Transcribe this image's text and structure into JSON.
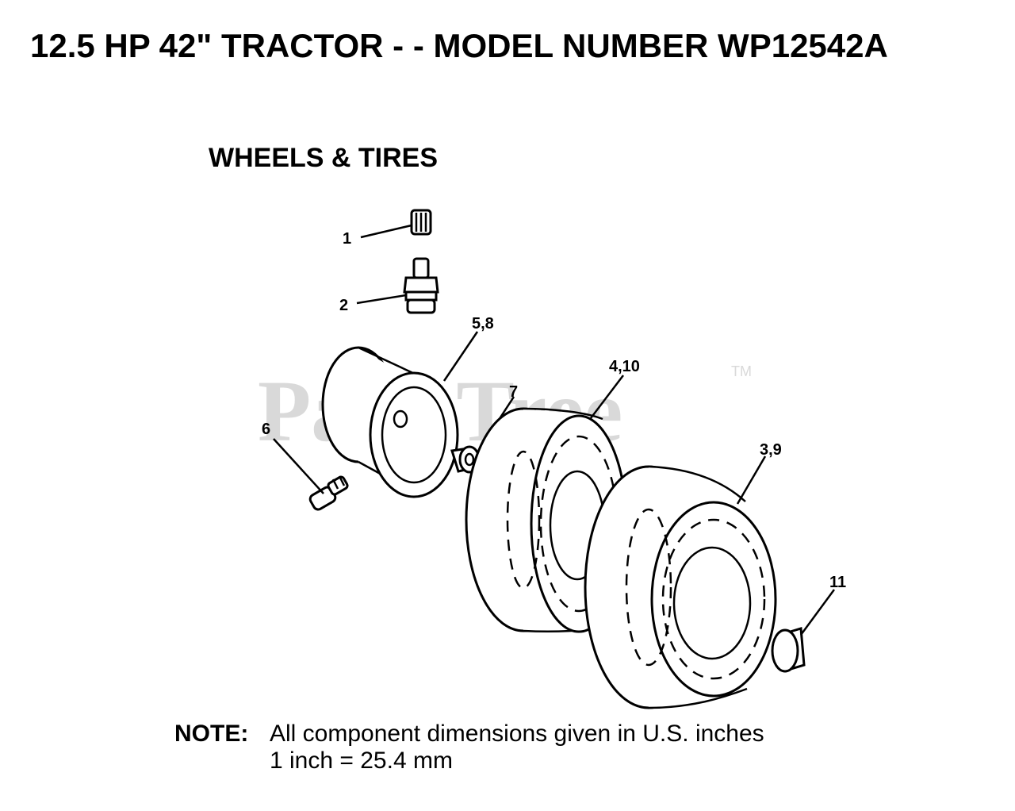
{
  "header": {
    "title": "12.5 HP 42\" TRACTOR - - MODEL NUMBER WP12542A"
  },
  "section": {
    "title": "WHEELS & TIRES"
  },
  "watermark": {
    "text": "PartsTree",
    "tm": "TM"
  },
  "callouts": {
    "c1": "1",
    "c2": "2",
    "c58": "5,8",
    "c6": "6",
    "c7": "7",
    "c410": "4,10",
    "c39": "3,9",
    "c11": "11"
  },
  "note": {
    "label": "NOTE:",
    "line1": "All component dimensions given in U.S. inches",
    "line2": "1 inch = 25.4 mm"
  }
}
